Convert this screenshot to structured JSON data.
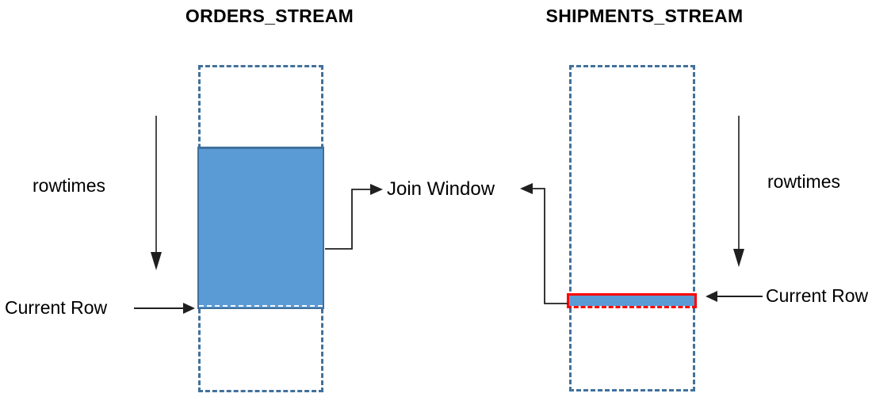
{
  "left_stream": {
    "title": "ORDERS_STREAM",
    "rowtimes_label": "rowtimes",
    "current_row_label": "Current Row"
  },
  "right_stream": {
    "title": "SHIPMENTS_STREAM",
    "rowtimes_label": "rowtimes",
    "current_row_label": "Current Row"
  },
  "join_window": {
    "label": "Join Window"
  },
  "colors": {
    "window_fill": "#5B9BD5",
    "stream_border": "#41719C",
    "current_row_border": "#FF0000",
    "connector": "#1F1F1F",
    "text": "#000000"
  }
}
